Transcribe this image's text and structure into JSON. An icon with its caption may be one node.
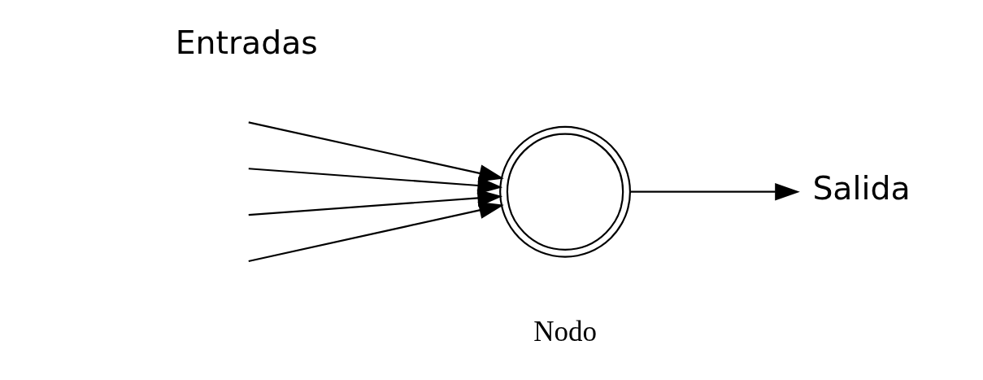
{
  "diagram": {
    "nodes": [
      {
        "text": [],
        "shape": "circle",
        "beside": [
          "Nodo"
        ]
      },
      {
        "text": [
          "Salida"
        ]
      }
    ],
    "edges": [
      {
        "from": null,
        "to": 0,
        "arrow": "to"
      },
      {
        "from": null,
        "to": 0,
        "arrow": "to"
      },
      {
        "from": null,
        "to": 0,
        "arrow": "to"
      },
      {
        "from": null,
        "to": 0,
        "arrow": "to"
      },
      {
        "from": 0,
        "to": 1,
        "arrow": "to"
      }
    ],
    "labels": [
      "Entradas"
    ]
  }
}
